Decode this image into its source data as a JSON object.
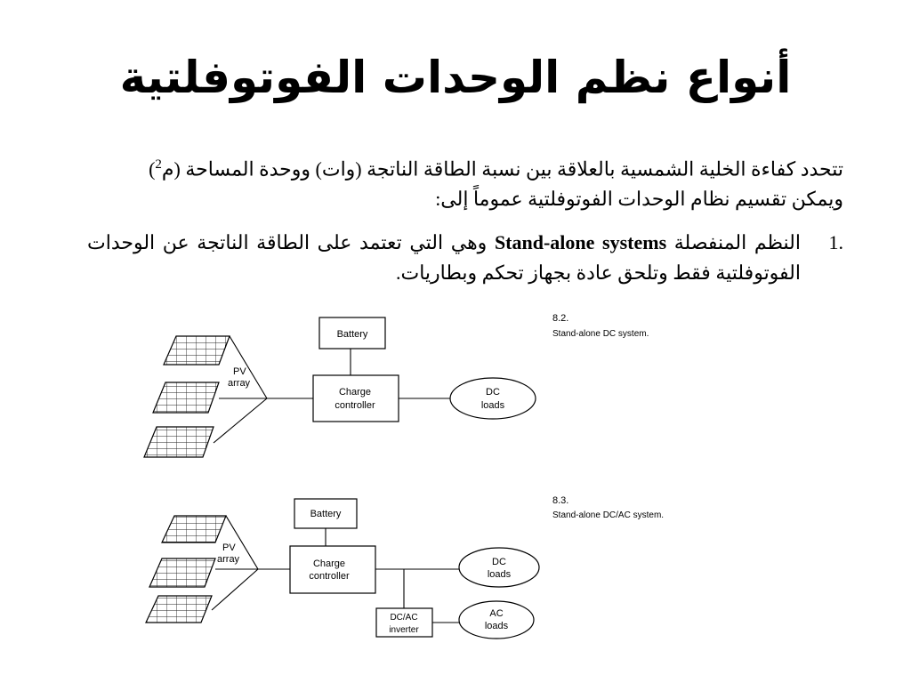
{
  "slide": {
    "title": "أنواع نظم الوحدات الفوتوفلتية",
    "paragraph": {
      "before_sup": "تتحدد كفاءة الخلية الشمسية بالعلاقة بين نسبة الطاقة الناتجة (وات) ووحدة المساحة (م",
      "sup": "2",
      "after_sup": ") ويمكن تقسيم نظام الوحدات الفوتوفلتية عموماً إلى:"
    },
    "list_item": {
      "number": ".1",
      "before_bold": "النظم المنفصلة ",
      "bold": "Stand-alone systems",
      "after_bold": " وهي التي تعتمد على الطاقة الناتجة عن الوحدات الفوتوفلتية فقط وتلحق عادة بجهاز تحكم وبطاريات."
    }
  },
  "figures": [
    {
      "number": "8.2.",
      "caption": "Stand-alone DC system.",
      "pv_label_1": "PV",
      "pv_label_2": "array",
      "battery": "Battery",
      "controller_1": "Charge",
      "controller_2": "controller",
      "dc_loads_1": "DC",
      "dc_loads_2": "loads"
    },
    {
      "number": "8.3.",
      "caption": "Stand-alone DC/AC system.",
      "pv_label_1": "PV",
      "pv_label_2": "array",
      "battery": "Battery",
      "controller_1": "Charge",
      "controller_2": "controller",
      "dc_loads_1": "DC",
      "dc_loads_2": "loads",
      "inverter_1": "DC/AC",
      "inverter_2": "inverter",
      "ac_loads_1": "AC",
      "ac_loads_2": "loads"
    }
  ]
}
